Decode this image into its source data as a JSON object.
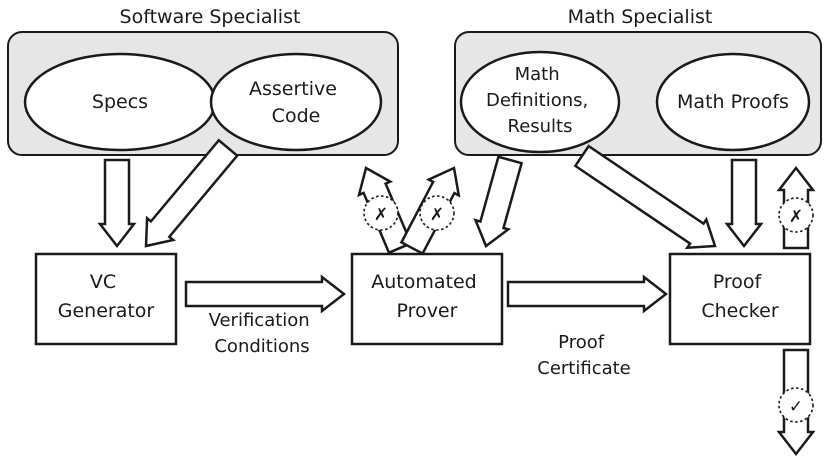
{
  "groups": {
    "software": {
      "title": "Software Specialist"
    },
    "math": {
      "title": "Math Specialist"
    }
  },
  "ellipses": {
    "specs": [
      "Specs"
    ],
    "assertive_code": [
      "Assertive",
      "Code"
    ],
    "math_defs": [
      "Math",
      "Definitions,",
      "Results"
    ],
    "math_proofs": [
      "Math Proofs"
    ]
  },
  "boxes": {
    "vc_generator": [
      "VC",
      "Generator"
    ],
    "automated_prover": [
      "Automated",
      "Prover"
    ],
    "proof_checker": [
      "Proof",
      "Checker"
    ]
  },
  "edge_labels": {
    "verification_conditions": [
      "Verification",
      "Conditions"
    ],
    "proof_certificate": [
      "Proof",
      "Certificate"
    ]
  },
  "marks": {
    "reject": "✗",
    "accept": "✓"
  },
  "colors": {
    "panel": "#e6e6e6",
    "stroke": "#1a1a1a",
    "box_fill": "#ffffff"
  }
}
